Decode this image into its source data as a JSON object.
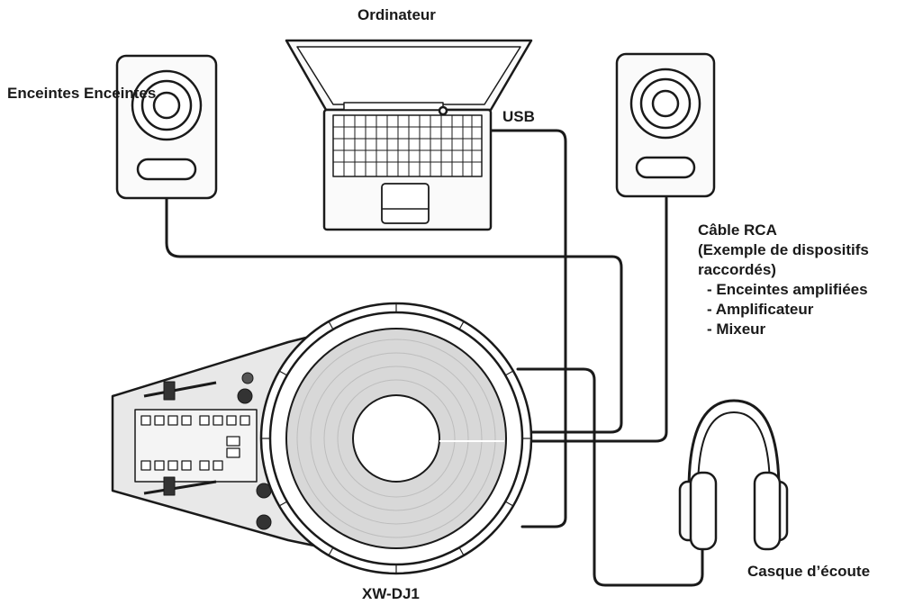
{
  "labels": {
    "computer": "Ordinateur",
    "speakers": "Enceintes Enceintes",
    "usb": "USB",
    "device": "XW-DJ1",
    "headphones": "Casque d’écoute",
    "rca_title": "Câble RCA",
    "rca_subtitle_1": "(Exemple de dispositifs",
    "rca_subtitle_2": "raccordés)",
    "rca_items": [
      "- Enceintes amplifiées",
      "- Amplificateur",
      "- Mixeur"
    ]
  }
}
